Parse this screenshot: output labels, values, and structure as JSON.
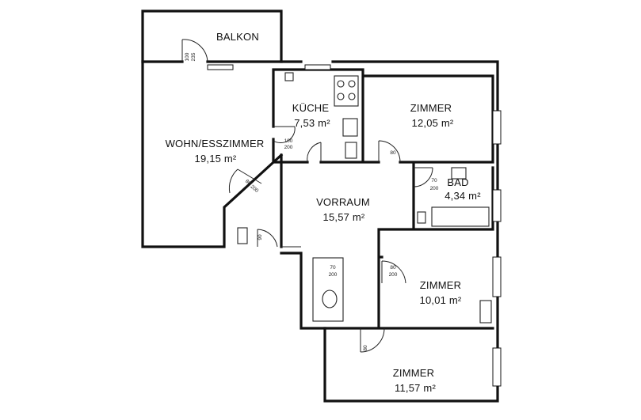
{
  "rooms": {
    "balkon": {
      "name": "BALKON"
    },
    "kueche": {
      "name": "KÜCHE",
      "area": "7,53 m²"
    },
    "zimmer1": {
      "name": "ZIMMER",
      "area": "12,05 m²"
    },
    "wohnen": {
      "name": "WOHN/ESSZIMMER",
      "area": "19,15 m²"
    },
    "bad": {
      "name": "BAD",
      "area": "4,34 m²"
    },
    "vorraum": {
      "name": "VORRAUM",
      "area": "15,57 m²"
    },
    "zimmer2": {
      "name": "ZIMMER",
      "area": "10,01 m²"
    },
    "zimmer3": {
      "name": "ZIMMER",
      "area": "11,57 m²"
    }
  },
  "door_dims": {
    "balkon_door_w": "100",
    "balkon_door_h": "235",
    "kueche_door_w": "100",
    "kueche_door_h": "200",
    "wohnen_door_w": "80",
    "wohnen_door_h": "200",
    "zimmer1_door": "80",
    "bad_door_w": "70",
    "bad_door_h": "200",
    "wc_door_w": "70",
    "wc_door_h": "200",
    "zimmer2_door_w": "80",
    "zimmer2_door_h": "200",
    "zimmer3_door": "80",
    "entry_door": "90"
  }
}
